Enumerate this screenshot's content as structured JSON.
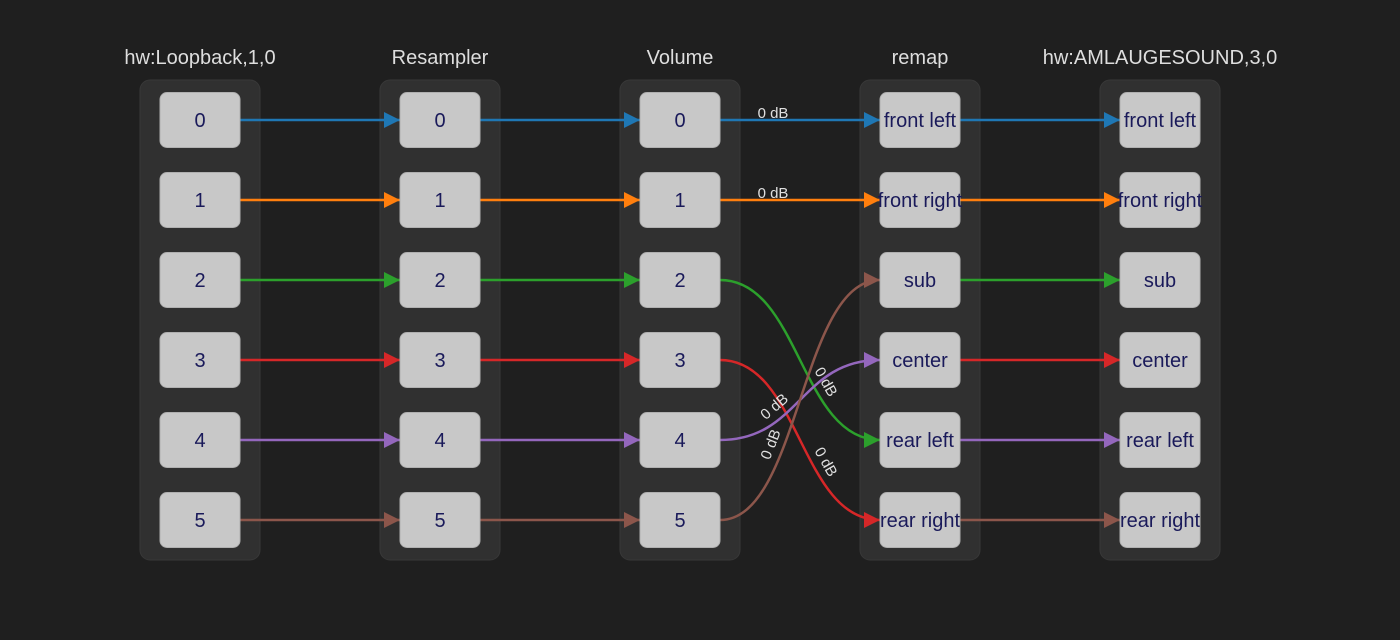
{
  "columns": [
    {
      "id": "loopback",
      "title": "hw:Loopback,1,0",
      "channels": [
        "0",
        "1",
        "2",
        "3",
        "4",
        "5"
      ]
    },
    {
      "id": "resampler",
      "title": "Resampler",
      "channels": [
        "0",
        "1",
        "2",
        "3",
        "4",
        "5"
      ]
    },
    {
      "id": "volume",
      "title": "Volume",
      "channels": [
        "0",
        "1",
        "2",
        "3",
        "4",
        "5"
      ]
    },
    {
      "id": "remap",
      "title": "remap",
      "channels": [
        "front left",
        "front right",
        "sub",
        "center",
        "rear left",
        "rear right"
      ]
    },
    {
      "id": "sink",
      "title": "hw:AMLAUGESOUND,3,0",
      "channels": [
        "front left",
        "front right",
        "sub",
        "center",
        "rear left",
        "rear right"
      ]
    }
  ],
  "colors": [
    "#1f77b4",
    "#ff7f0e",
    "#2ca02c",
    "#d62728",
    "#9467bd",
    "#8c564b"
  ],
  "edges": [
    {
      "from_col": 0,
      "from": 0,
      "to_col": 1,
      "to": 0,
      "color": 0
    },
    {
      "from_col": 0,
      "from": 1,
      "to_col": 1,
      "to": 1,
      "color": 1
    },
    {
      "from_col": 0,
      "from": 2,
      "to_col": 1,
      "to": 2,
      "color": 2
    },
    {
      "from_col": 0,
      "from": 3,
      "to_col": 1,
      "to": 3,
      "color": 3
    },
    {
      "from_col": 0,
      "from": 4,
      "to_col": 1,
      "to": 4,
      "color": 4
    },
    {
      "from_col": 0,
      "from": 5,
      "to_col": 1,
      "to": 5,
      "color": 5
    },
    {
      "from_col": 1,
      "from": 0,
      "to_col": 2,
      "to": 0,
      "color": 0
    },
    {
      "from_col": 1,
      "from": 1,
      "to_col": 2,
      "to": 1,
      "color": 1
    },
    {
      "from_col": 1,
      "from": 2,
      "to_col": 2,
      "to": 2,
      "color": 2
    },
    {
      "from_col": 1,
      "from": 3,
      "to_col": 2,
      "to": 3,
      "color": 3
    },
    {
      "from_col": 1,
      "from": 4,
      "to_col": 2,
      "to": 4,
      "color": 4
    },
    {
      "from_col": 1,
      "from": 5,
      "to_col": 2,
      "to": 5,
      "color": 5
    },
    {
      "from_col": 2,
      "from": 0,
      "to_col": 3,
      "to": 0,
      "color": 0,
      "label": "0 dB"
    },
    {
      "from_col": 2,
      "from": 1,
      "to_col": 3,
      "to": 1,
      "color": 1,
      "label": "0 dB"
    },
    {
      "from_col": 2,
      "from": 2,
      "to_col": 3,
      "to": 4,
      "color": 2,
      "label": "0 dB"
    },
    {
      "from_col": 2,
      "from": 3,
      "to_col": 3,
      "to": 5,
      "color": 3,
      "label": "0 dB"
    },
    {
      "from_col": 2,
      "from": 4,
      "to_col": 3,
      "to": 3,
      "color": 4,
      "label": "0 dB"
    },
    {
      "from_col": 2,
      "from": 5,
      "to_col": 3,
      "to": 2,
      "color": 5,
      "label": "0 dB"
    },
    {
      "from_col": 3,
      "from": 0,
      "to_col": 4,
      "to": 0,
      "color": 0
    },
    {
      "from_col": 3,
      "from": 1,
      "to_col": 4,
      "to": 1,
      "color": 1
    },
    {
      "from_col": 3,
      "from": 2,
      "to_col": 4,
      "to": 2,
      "color": 2
    },
    {
      "from_col": 3,
      "from": 3,
      "to_col": 4,
      "to": 3,
      "color": 3
    },
    {
      "from_col": 3,
      "from": 4,
      "to_col": 4,
      "to": 4,
      "color": 4
    },
    {
      "from_col": 3,
      "from": 5,
      "to_col": 4,
      "to": 5,
      "color": 5
    }
  ]
}
